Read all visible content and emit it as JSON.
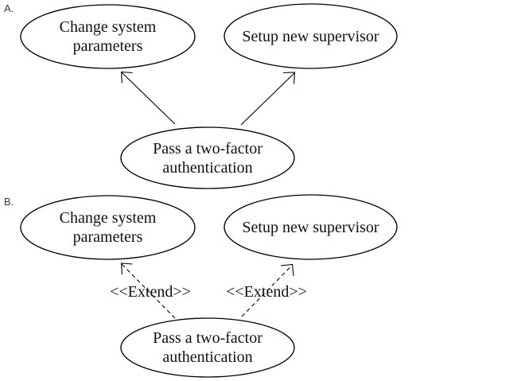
{
  "diagram": {
    "type": "uml-use-case-comparison",
    "background_color": "#ffffff",
    "stroke_color": "#000000",
    "section_a": {
      "label": "A.",
      "usecases": {
        "change_system_parameters": "Change system\nparameters",
        "setup_new_supervisor": "Setup new supervisor",
        "pass_two_factor": "Pass a two-factor\nauthentication"
      },
      "relationships": [
        {
          "from": "pass_two_factor",
          "to": "change_system_parameters",
          "style": "solid-open-arrow",
          "label": ""
        },
        {
          "from": "pass_two_factor",
          "to": "setup_new_supervisor",
          "style": "solid-open-arrow",
          "label": ""
        }
      ]
    },
    "section_b": {
      "label": "B.",
      "usecases": {
        "change_system_parameters": "Change system\nparameters",
        "setup_new_supervisor": "Setup new supervisor",
        "pass_two_factor": "Pass a two-factor\nauthentication"
      },
      "extend_label_left": "<<Extend>>",
      "extend_label_right": "<<Extend>>",
      "relationships": [
        {
          "from": "pass_two_factor",
          "to": "change_system_parameters",
          "style": "dashed-open-arrow",
          "label": "<<Extend>>"
        },
        {
          "from": "pass_two_factor",
          "to": "setup_new_supervisor",
          "style": "dashed-open-arrow",
          "label": "<<Extend>>"
        }
      ]
    }
  }
}
